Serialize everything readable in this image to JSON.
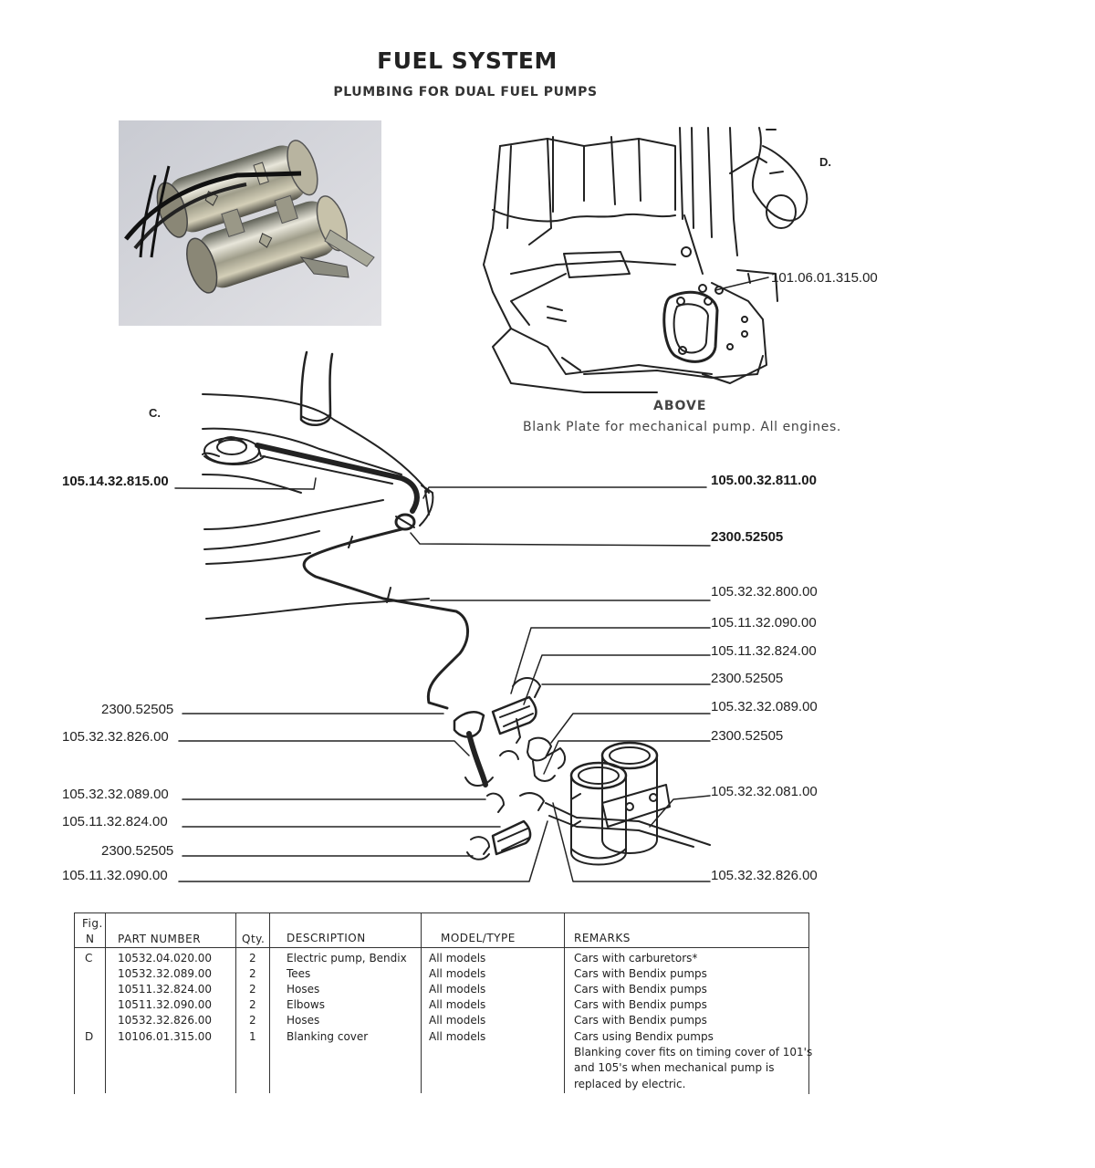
{
  "header": {
    "title": "FUEL SYSTEM",
    "subtitle": "PLUMBING FOR DUAL FUEL PUMPS"
  },
  "figures": {
    "c_label": "C.",
    "d_label": "D.",
    "above_heading": "ABOVE",
    "above_caption": "Blank Plate for mechanical pump. All engines."
  },
  "callouts": {
    "d_cover": "101.06.01.315.00",
    "left": [
      "105.14.32.815.00",
      "2300.52505",
      "105.32.32.826.00",
      "105.32.32.089.00",
      "105.11.32.824.00",
      "2300.52505",
      "105.11.32.090.00"
    ],
    "right": [
      "105.00.32.811.00",
      "2300.52505",
      "105.32.32.800.00",
      "105.11.32.090.00",
      "105.11.32.824.00",
      "2300.52505",
      "105.32.32.089.00",
      "2300.52505",
      "105.32.32.081.00",
      "105.32.32.826.00"
    ]
  },
  "table": {
    "headers": {
      "fig": "Fig.",
      "n": "N",
      "part_number": "PART NUMBER",
      "qty": "Qty.",
      "description": "DESCRIPTION",
      "model": "MODEL/TYPE",
      "remarks": "REMARKS"
    },
    "rows": [
      {
        "fig": "C",
        "part": "10532.04.020.00",
        "qty": "2",
        "desc": "Electric pump, Bendix",
        "model": "All models",
        "remarks": "Cars with carburetors*"
      },
      {
        "fig": "",
        "part": "10532.32.089.00",
        "qty": "2",
        "desc": "Tees",
        "model": "All models",
        "remarks": "Cars with Bendix pumps"
      },
      {
        "fig": "",
        "part": "10511.32.824.00",
        "qty": "2",
        "desc": "Hoses",
        "model": "All models",
        "remarks": "Cars with Bendix pumps"
      },
      {
        "fig": "",
        "part": "10511.32.090.00",
        "qty": "2",
        "desc": "Elbows",
        "model": "All models",
        "remarks": "Cars with Bendix pumps"
      },
      {
        "fig": "",
        "part": "10532.32.826.00",
        "qty": "2",
        "desc": "Hoses",
        "model": "All models",
        "remarks": "Cars with Bendix pumps"
      },
      {
        "fig": "D",
        "part": "10106.01.315.00",
        "qty": "1",
        "desc": "Blanking cover",
        "model": "All models",
        "remarks": "Cars using Bendix pumps"
      }
    ],
    "remarks_continued": [
      "Blanking cover fits on timing cover of 101's",
      "and 105's when mechanical pump is",
      "replaced by electric."
    ]
  }
}
